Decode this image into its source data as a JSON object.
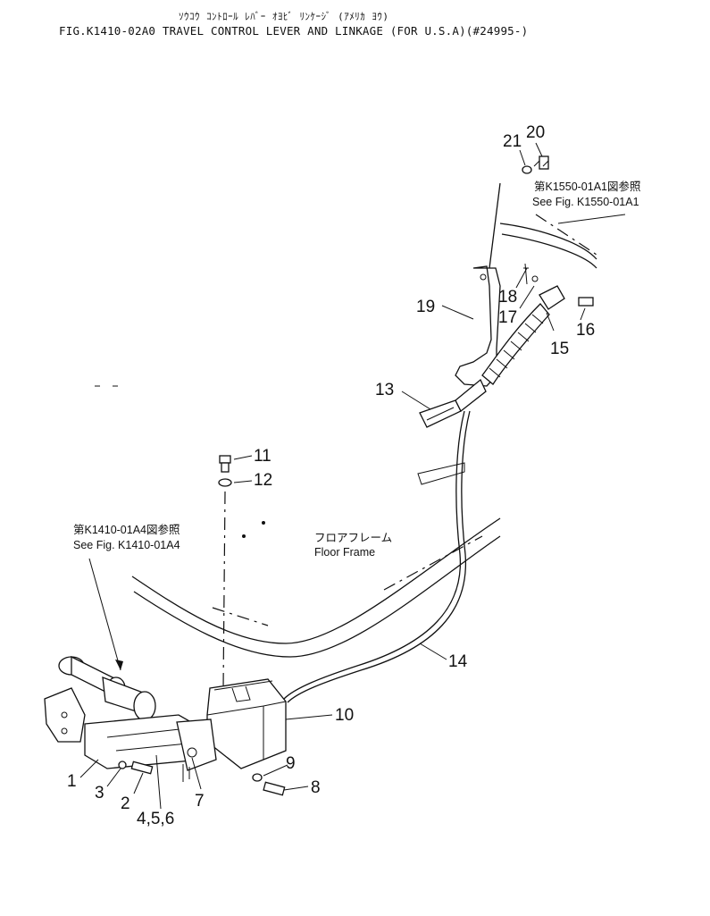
{
  "header": {
    "japanese_title": "ｿｳｺｳ ｺﾝﾄﾛｰﾙ ﾚﾊﾞｰ ｵﾖﾋﾞ ﾘﾝｹｰｼﾞ (ｱﾒﾘｶ ﾖｳ)",
    "figure_title": "FIG.K1410-02A0  TRAVEL CONTROL LEVER AND LINKAGE (FOR U.S.A)(#24995-)"
  },
  "references": {
    "ref_top_jp": "第K1550-01A1図参照",
    "ref_top_en": "See Fig. K1550-01A1",
    "ref_left_jp": "第K1410-01A4図参照",
    "ref_left_en": "See Fig. K1410-01A4",
    "floor_frame_jp": "フロアフレーム",
    "floor_frame_en": "Floor Frame"
  },
  "callouts": {
    "c1": "1",
    "c2": "2",
    "c3": "3",
    "c456": "4,5,6",
    "c7": "7",
    "c8": "8",
    "c9": "9",
    "c10": "10",
    "c11": "11",
    "c12": "12",
    "c13": "13",
    "c14": "14",
    "c15": "15",
    "c16": "16",
    "c17": "17",
    "c18": "18",
    "c19": "19",
    "c20": "20",
    "c21": "21"
  }
}
